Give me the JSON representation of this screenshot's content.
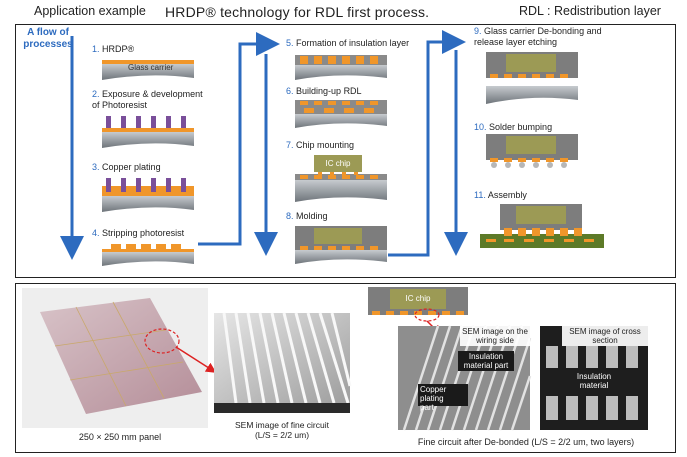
{
  "header": {
    "left": "Application example",
    "title": "HRDP® technology for RDL first process.",
    "right": "RDL : Redistribution layer"
  },
  "flow_label": [
    "A flow of",
    "processes"
  ],
  "steps": [
    {
      "num": "1.",
      "text": "HRDP®"
    },
    {
      "num": "2.",
      "text": "Exposure & development",
      "text2": "of Photoresist"
    },
    {
      "num": "3.",
      "text": "Copper plating"
    },
    {
      "num": "4.",
      "text": "Stripping photoresist"
    },
    {
      "num": "5.",
      "text": "Formation of insulation layer"
    },
    {
      "num": "6.",
      "text": "Building-up RDL"
    },
    {
      "num": "7.",
      "text": "Chip mounting"
    },
    {
      "num": "8.",
      "text": "Molding"
    },
    {
      "num": "9.",
      "text": "Glass carrier De-bonding and",
      "text2": "release layer etching"
    },
    {
      "num": "10.",
      "text": "Solder bumping"
    },
    {
      "num": "11.",
      "text": "Assembly"
    }
  ],
  "labels": {
    "glass_carrier": "Glass carrier",
    "ic_chip": "IC chip",
    "ic_chip_2": "IC chip"
  },
  "bottom": {
    "panel_caption": "250 × 250 mm panel",
    "sem_fine_1": "SEM image of fine circuit",
    "sem_fine_2": "(L/S = 2/2 um)",
    "sem_wiring_1": "SEM image on the",
    "sem_wiring_2": "wiring side",
    "insulation_part_1": "Insulation",
    "insulation_part_2": "material part",
    "copper_part_1": "Copper plating",
    "copper_part_2": "part",
    "sem_cross_1": "SEM image of cross",
    "sem_cross_2": "section",
    "insulation_mat_1": "Insulation",
    "insulation_mat_2": "material",
    "debonded_caption": "Fine circuit after De-bonded (L/S = 2/2 um, two layers)"
  },
  "colors": {
    "accent_blue": "#2d6bbf",
    "copper": "#f0962a",
    "photoresist": "#7a4f9a",
    "chip": "#9c9a55",
    "mold": "#7d7d7d",
    "glass": "#9aa0a6",
    "board": "#5d7a28"
  }
}
